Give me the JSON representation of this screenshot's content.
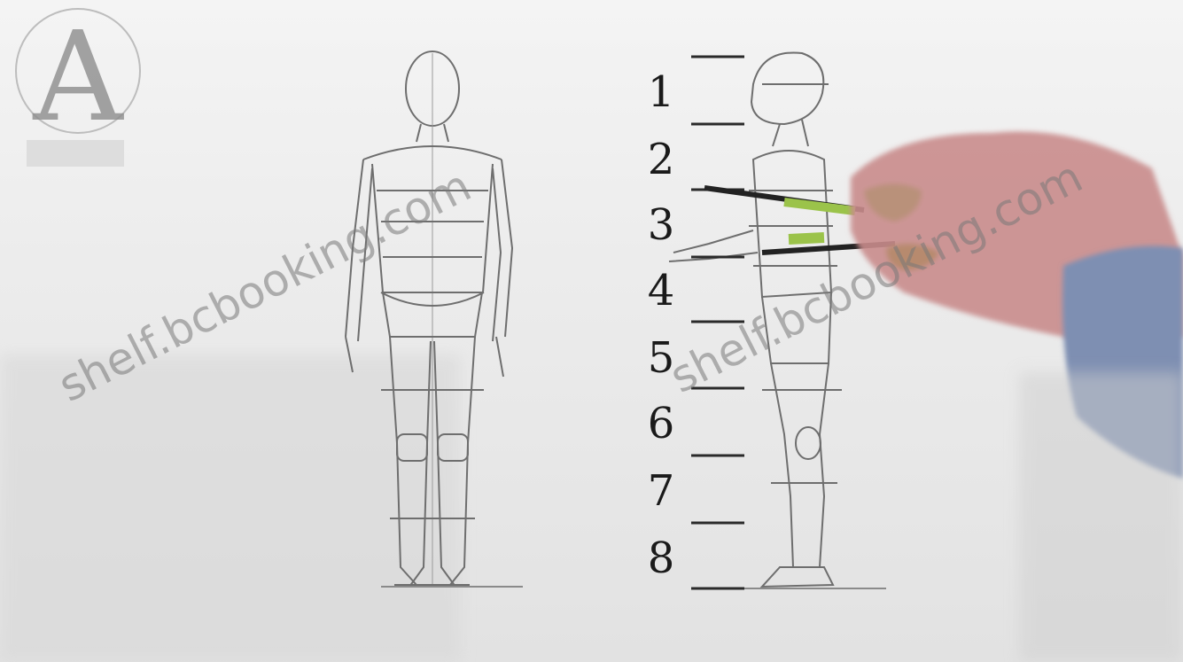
{
  "scene": {
    "description_free": true,
    "logo": {
      "letter": "A"
    },
    "height_markers": [
      "1",
      "2",
      "3",
      "4",
      "5",
      "6",
      "7",
      "8"
    ],
    "watermark_left": "shelf.bcbooking.com",
    "watermark_right": "shelf.bcbooking.com",
    "colors": {
      "pencil_lines": "#6e6e6e",
      "skin": "#c98c8c",
      "sleeve": "#7e8fb2",
      "pencil_green": "#9bc34a"
    }
  }
}
